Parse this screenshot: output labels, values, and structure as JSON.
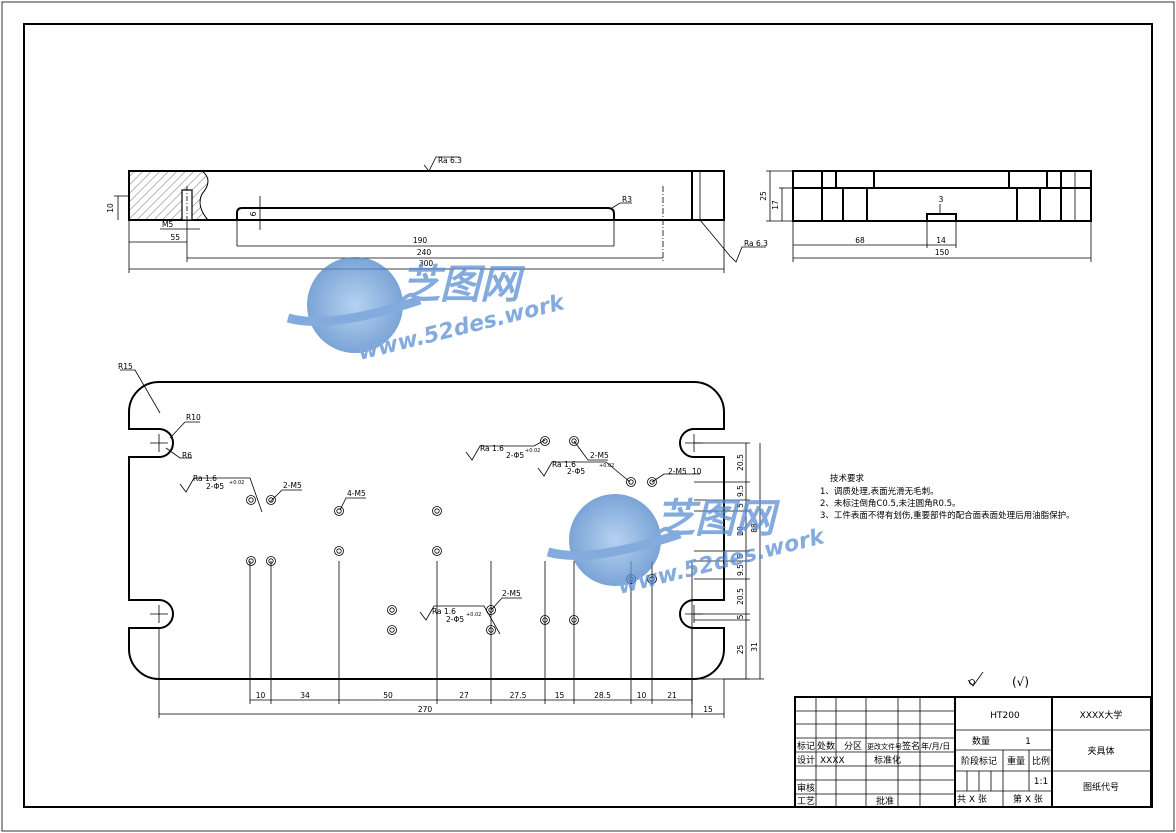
{
  "watermark": {
    "brand": "芝图网",
    "url": "www.52des.work"
  },
  "side_view": {
    "roughness_top": "Ra 6.3",
    "roughness_right": "Ra 6.3",
    "radius": "R3",
    "thread": "M5",
    "dims": {
      "d10": "10",
      "d6": "6",
      "d55": "55",
      "d190": "190",
      "d240": "240",
      "d300": "300"
    }
  },
  "end_view": {
    "dims": {
      "d25": "25",
      "d17": "17",
      "d3": "3",
      "d68": "68",
      "d14": "14",
      "d150": "150"
    }
  },
  "plan_view": {
    "radii": {
      "r15": "R15",
      "r10": "R10",
      "r6": "R6"
    },
    "callouts": {
      "ra16": "Ra 1.6",
      "hole_2phi5_a": "2-Φ5",
      "hole_2phi5_b": "2-Φ5",
      "hole_2phi5_c": "2-Φ5",
      "hole_2phi5_d": "2-Φ5",
      "tol": "+0.02",
      "hole_2m5_a": "2-M5",
      "hole_2m5_b": "2-M5",
      "hole_2m5_c": "2-M5",
      "hole_2m5_d": "2-M5",
      "hole_4m5": "4-M5",
      "hole_2m5x10": "2-M5",
      "x10": "10"
    },
    "bottom_dims": [
      "10",
      "34",
      "50",
      "27",
      "27.5",
      "15",
      "28.5",
      "10",
      "21"
    ],
    "total_270": "270",
    "d15": "15",
    "right_dims": [
      "20.5",
      "9.5",
      "5",
      "20",
      "5",
      "9.5",
      "20.5",
      "5",
      "25"
    ],
    "d88": "88",
    "d31": "31"
  },
  "tech_req": {
    "title": "技术要求",
    "items": [
      "1、调质处理,表面光滑无毛刺。",
      "2、未标注倒角C0.5,未注圆角R0.5。",
      "3、工件表面不得有划伤,重要部件的配合面表面处理后用油脂保护。"
    ]
  },
  "surface_symbol": "(√)",
  "title_block": {
    "material": "HT200",
    "school": "XXXX大学",
    "part_name": "夹具体",
    "drawing_no": "图纸代号",
    "qty_label": "数量",
    "qty_value": "1",
    "stage_label": "阶段标记",
    "weight_label": "重量",
    "scale_label": "比例",
    "scale_value": "1:1",
    "sheets_total": "共 X 张",
    "sheet_no": "第 X 张",
    "row_labels": {
      "mark": "标记",
      "count": "处数",
      "zone": "分区",
      "change_doc": "更改文件号",
      "sign": "签名",
      "date": "年/月/日",
      "design": "设计",
      "designer": "XXXX",
      "standard": "标准化",
      "review": "审核",
      "process": "工艺",
      "approve": "批准"
    }
  }
}
